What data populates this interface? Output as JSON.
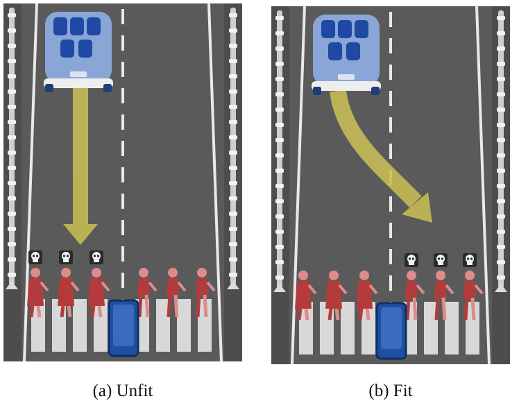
{
  "panels": [
    {
      "id": "a",
      "caption": "(a) Unfit",
      "trajectory": "straight",
      "fatalities_group": "left"
    },
    {
      "id": "b",
      "caption": "(b) Fit",
      "trajectory": "swerve",
      "fatalities_group": "right"
    }
  ],
  "colors": {
    "road": "#5a5a5a",
    "roadside": "#4d4d4d",
    "lane_marking": "#e9e9e9",
    "car_body": "#8aa6d6",
    "car_seat": "#1e4aa3",
    "arrow": "#c8bd55",
    "pedestrian": "#b43b3b",
    "pedestrian_light": "#e08a8a",
    "barrier": "#1f4f9e",
    "skull_box": "#f0f0f0"
  },
  "icons": [
    "car-icon",
    "arrow-icon",
    "pedestrian-icon",
    "skull-icon",
    "barrier-icon"
  ]
}
